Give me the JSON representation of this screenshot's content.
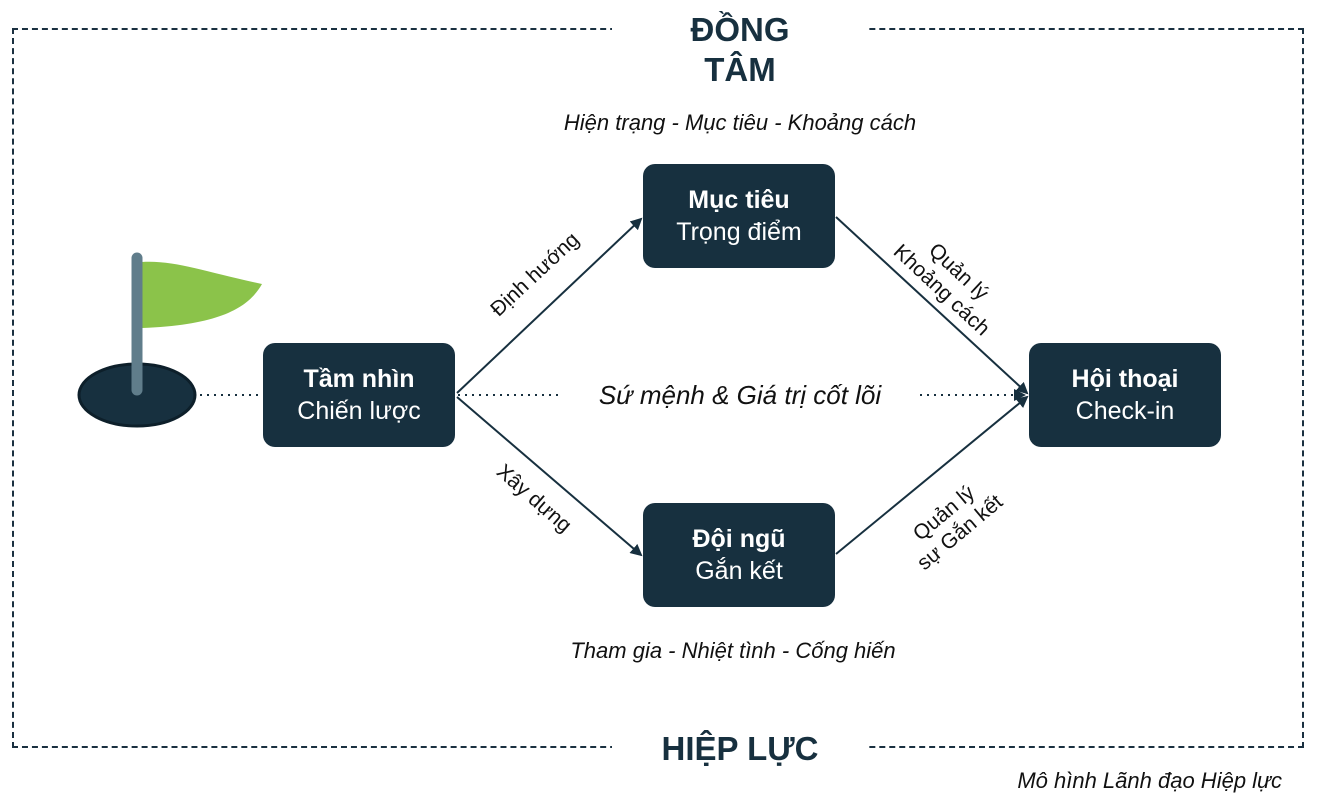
{
  "top_title": "ĐỒNG TÂM",
  "bottom_title": "HIỆP LỰC",
  "footer_note": "Mô hình Lãnh đạo Hiệp lực",
  "nodes": {
    "vision": {
      "line1": "Tầm nhìn",
      "line2": "Chiến lược"
    },
    "goal": {
      "line1": "Mục tiêu",
      "line2": "Trọng điểm"
    },
    "team": {
      "line1": "Đội ngũ",
      "line2": "Gắn kết"
    },
    "dialog": {
      "line1": "Hội thoại",
      "line2": "Check-in"
    }
  },
  "captions": {
    "goal": "Hiện trạng - Mục tiêu - Khoảng cách",
    "team": "Tham gia - Nhiệt tình - Cống hiến",
    "center": "Sứ mệnh & Giá trị cốt lõi"
  },
  "edge_labels": {
    "vision_to_goal": "Định hướng",
    "vision_to_team": "Xây dựng",
    "goal_to_dialog_1": "Quản lý",
    "goal_to_dialog_2": "Khoảng cách",
    "team_to_dialog_1": "Quản lý",
    "team_to_dialog_2": "sự Gắn kết"
  },
  "colors": {
    "node_fill": "#17303f",
    "flag": "#8bc34a",
    "pole": "#607d8b",
    "hole": "#17303f"
  }
}
